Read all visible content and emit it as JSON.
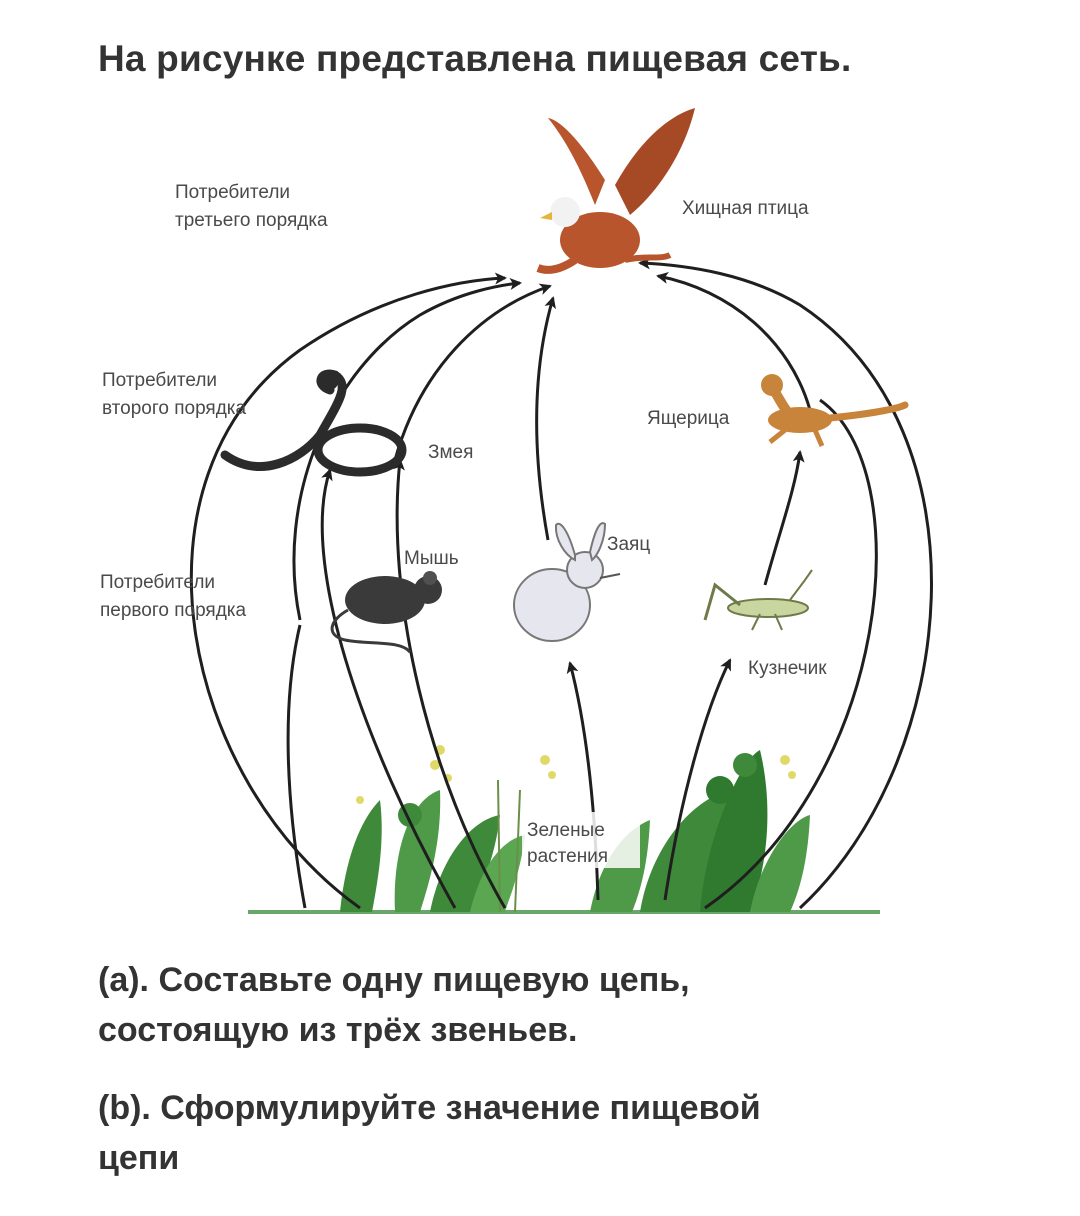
{
  "heading": "На рисунке представлена пищевая сеть.",
  "diagram": {
    "levels": {
      "third_order": [
        "Потребители",
        "третьего порядка"
      ],
      "second_order": [
        "Потребители",
        "второго порядка"
      ],
      "first_order": [
        "Потребители",
        "первого порядка"
      ]
    },
    "organisms": {
      "raptor": "Хищная птица",
      "snake": "Змея",
      "lizard": "Ящерица",
      "mouse": "Мышь",
      "hare": "Заяц",
      "grasshopper": "Кузнечик",
      "plants": [
        "Зеленые",
        "растения"
      ]
    },
    "colors": {
      "arrow": "#1f1f1f",
      "ground": "#6aa56a",
      "bird": "#b8552c",
      "snake": "#2b2b2b",
      "lizard": "#c7843a",
      "mouse": "#3a3a3a",
      "hare": "#e6e6ee",
      "grasshopper": "#c9d6a0",
      "plants": "#3f8a3a",
      "flowers": "#e0d96a"
    }
  },
  "questions": {
    "a": [
      "(a). Составьте одну пищевую цепь,",
      "состоящую из трёх звеньев."
    ],
    "b": [
      "(b). Сформулируйте значение пищевой",
      "цепи"
    ]
  }
}
